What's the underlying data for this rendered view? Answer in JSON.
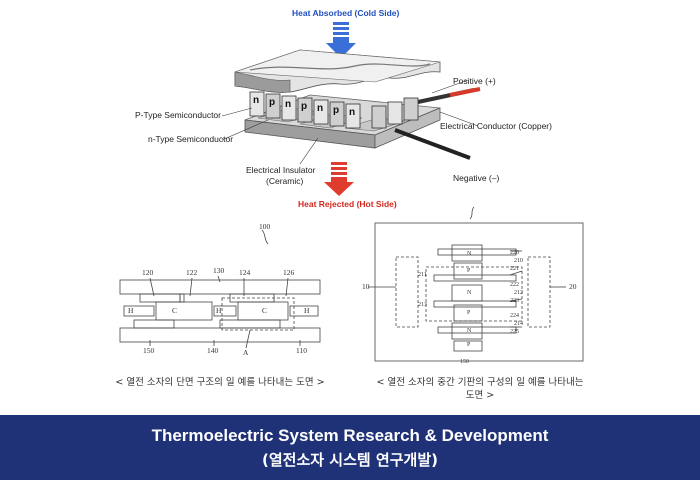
{
  "top_diagram": {
    "heat_absorbed": "Heat Absorbed (Cold Side)",
    "heat_rejected": "Heat Rejected (Hot Side)",
    "p_type": "P-Type Semiconductor",
    "n_type": "n-Type Semiconductor",
    "insulator_line1": "Electrical Insulator",
    "insulator_line2": "(Ceramic)",
    "positive": "Positive (+)",
    "conductor": "Electrical Conductor (Copper)",
    "negative": "Negative (–)",
    "pellet_letters": [
      "n",
      "p",
      "n",
      "p",
      "n",
      "p",
      "n"
    ],
    "colors": {
      "cold_arrow": "#3a6fd8",
      "hot_arrow": "#e03b2f",
      "title_blue": "#1f4fbf",
      "title_red": "#d3281f"
    }
  },
  "left_figure": {
    "ref": "100",
    "top_numbers": [
      "120",
      "122",
      "130",
      "124",
      "126"
    ],
    "bottom_numbers": [
      "150",
      "140",
      "A",
      "110"
    ],
    "cells": [
      "H",
      "C",
      "H",
      "C",
      "H"
    ],
    "caption": "< 열전 소자의 단면 구조의 일 예를 나타내는 도면 >"
  },
  "right_figure": {
    "left_ref": "10",
    "right_ref": "20",
    "inner_left_refs": [
      "211",
      "213"
    ],
    "right_refs": [
      "220",
      "210",
      "221",
      "222",
      "212",
      "223",
      "224",
      "214",
      "225"
    ],
    "bottom_ref": "150",
    "pellets": [
      "N",
      "P",
      "N",
      "P",
      "N",
      "P"
    ],
    "caption_line1": "< 열전 소자의 중간 기판의 구성의 일 예를 나타내는",
    "caption_line2": "도면 >"
  },
  "banner": {
    "title": "Thermoelectric System Research & Development",
    "subtitle": "(열전소자 시스템 연구개발)",
    "background": "#1f3278"
  }
}
